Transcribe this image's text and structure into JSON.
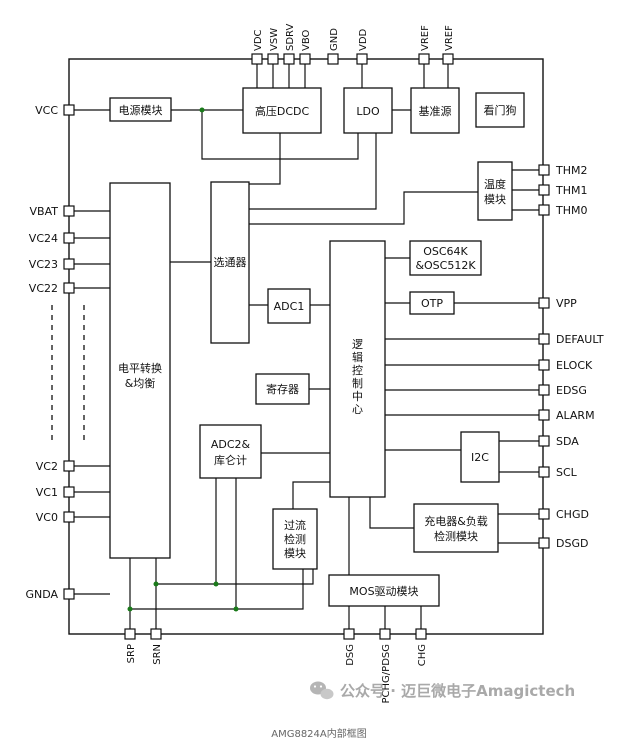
{
  "blocks": {
    "power_module": "电源模块",
    "hv_dcdc": "高压DCDC",
    "ldo": "LDO",
    "vref_src": "基准源",
    "watchdog": "看门狗",
    "temp_module": [
      "温度",
      "模块"
    ],
    "mux": "选通器",
    "osc": [
      "OSC64K",
      "&OSC512K"
    ],
    "adc1": "ADC1",
    "otp": "OTP",
    "level_shift": [
      "电平转换",
      "&均衡"
    ],
    "logic": [
      "逻",
      "辑",
      "控",
      "制",
      "中",
      "心"
    ],
    "register": "寄存器",
    "adc2": [
      "ADC2&",
      "库仑计"
    ],
    "i2c": "I2C",
    "overcurrent": [
      "过流",
      "检测",
      "模块"
    ],
    "charger_load": [
      "充电器&负载",
      "检测模块"
    ],
    "mos_driver": "MOS驱动模块"
  },
  "pins": {
    "top": [
      "VDC",
      "VSW",
      "SDRV",
      "VBO",
      "GND",
      "VDD",
      "VREF",
      "VREF"
    ],
    "left": [
      "VCC",
      "VBAT",
      "VC24",
      "VC23",
      "VC22",
      "VC2",
      "VC1",
      "VC0",
      "GNDA"
    ],
    "right": [
      "THM2",
      "THM1",
      "THM0",
      "VPP",
      "DEFAULT",
      "ELOCK",
      "EDSG",
      "ALARM",
      "SDA",
      "SCL",
      "CHGD",
      "DSGD"
    ],
    "bottom": [
      "SRP",
      "SRN",
      "DSG",
      "PCHG/PDSG",
      "CHG"
    ]
  },
  "watermark": "公众号 · 迈巨微电子Amagictech",
  "caption": "AMG8824A内部框图",
  "colors": {
    "junction": "#1a7a1a",
    "line": "#111111",
    "watermark": "#a9a9a9"
  }
}
